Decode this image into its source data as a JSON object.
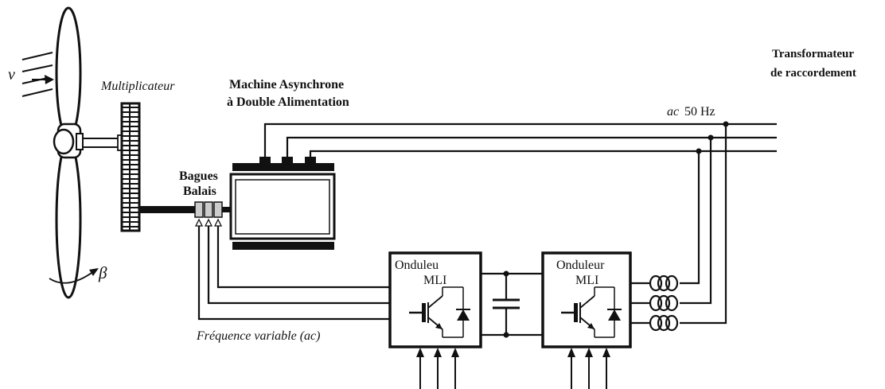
{
  "labels": {
    "wind_speed": "v",
    "pitch_angle": "β",
    "gearbox": "Multiplicateur",
    "machine_line1": "Machine Asynchrone",
    "machine_line2": "à Double Alimentation",
    "rings_line1": "Bagues",
    "rings_line2": "Balais",
    "frequency_variable": "Fréquence variable (ac)",
    "grid_ac": "ac",
    "grid_freq": "50 Hz",
    "transformer_line1": "Transformateur",
    "transformer_line2": "de raccordement",
    "inverter1_line1": "Onduleu",
    "inverter1_line2": "MLI",
    "inverter2_line1": "Onduleur",
    "inverter2_line2": "MLI"
  },
  "icons": {
    "turbine": "wind-turbine-rotor-icon",
    "gearbox": "gearbox-icon",
    "machine": "induction-machine-icon",
    "igbt": "igbt-diode-icon",
    "capacitor": "capacitor-icon",
    "inductor": "inductor-coil-icon"
  }
}
